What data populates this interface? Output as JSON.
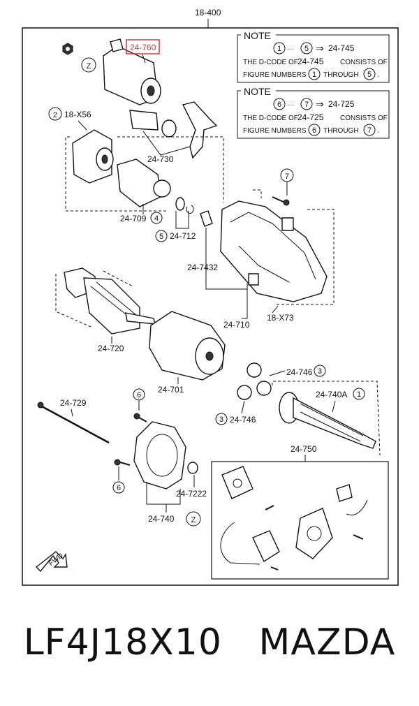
{
  "diagram": {
    "top_ref": "18-400",
    "highlight_ref": "24-760",
    "notes": [
      {
        "title": "NOTE",
        "range_from": "1",
        "range_sep": "···",
        "range_to": "5",
        "arrow": "⇒",
        "target": "24-745",
        "line2_prefix": "THE D-CODE OF",
        "line2_code": "24-745",
        "line2_suffix": "CONSISTS OF",
        "line3_prefix": "FIGURE NUMBERS",
        "line3_from": "1",
        "line3_mid": "THROUGH",
        "line3_to": "5",
        "line3_end": "."
      },
      {
        "title": "NOTE",
        "range_from": "6",
        "range_sep": "···",
        "range_to": "7",
        "arrow": "⇒",
        "target": "24-725",
        "line2_prefix": "THE D-CODE OF",
        "line2_code": "24-725",
        "line2_suffix": "CONSISTS OF",
        "line3_prefix": "FIGURE NUMBERS",
        "line3_from": "6",
        "line3_mid": "THROUGH",
        "line3_to": "7",
        "line3_end": "."
      }
    ],
    "labels": {
      "l_18x56": "18-X56",
      "l_24730": "24-730",
      "l_24709": "24-709",
      "l_24712": "24-712",
      "l_247432": "24-7432",
      "l_24710": "24-710",
      "l_18x73": "18-X73",
      "l_24720": "24-720",
      "l_24701": "24-701",
      "l_24746a": "24-746",
      "l_24746b": "24-746",
      "l_24740a": "24-740A",
      "l_24729": "24-729",
      "l_24750": "24-750",
      "l_247222": "24-7222",
      "l_24740": "24-740"
    },
    "circled": {
      "c2": "2",
      "c4": "4",
      "c5": "5",
      "c7": "7",
      "c3a": "3",
      "c3b": "3",
      "c1": "1",
      "c6a": "6",
      "c6b": "6",
      "z1": "Z",
      "z2": "Z"
    },
    "fwd": "FWD"
  },
  "caption": {
    "part_number": "LF4J18X10",
    "brand": "MAZDA"
  },
  "colors": {
    "highlight": "#e0313a",
    "line": "#111111"
  }
}
